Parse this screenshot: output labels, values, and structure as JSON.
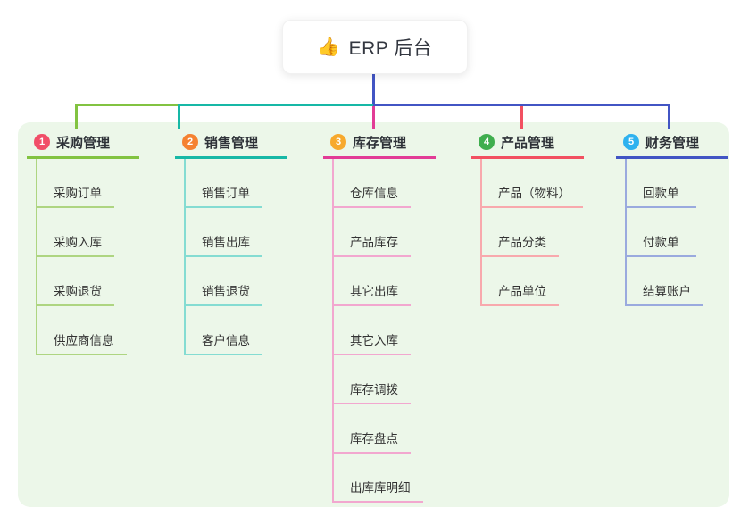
{
  "root": {
    "icon": "👍",
    "title": "ERP 后台"
  },
  "connector": {
    "trunk_color": "#4255c4"
  },
  "branches": [
    {
      "num": "1",
      "title": "采购管理",
      "color": "#82c341",
      "light": "#aed581",
      "badge": "#f14e68",
      "children": [
        "采购订单",
        "采购入库",
        "采购退货",
        "供应商信息"
      ]
    },
    {
      "num": "2",
      "title": "销售管理",
      "color": "#17b8a6",
      "light": "#84dcd2",
      "badge": "#f58231",
      "children": [
        "销售订单",
        "销售出库",
        "销售退货",
        "客户信息"
      ]
    },
    {
      "num": "3",
      "title": "库存管理",
      "color": "#e23c96",
      "light": "#f2a7cf",
      "badge": "#f7a92d",
      "children": [
        "仓库信息",
        "产品库存",
        "其它出库",
        "其它入库",
        "库存调拨",
        "库存盘点",
        "出库库明细"
      ]
    },
    {
      "num": "4",
      "title": "产品管理",
      "color": "#f25061",
      "light": "#f8a9ad",
      "badge": "#3fae4e",
      "children": [
        "产品（物料）",
        "产品分类",
        "产品单位"
      ]
    },
    {
      "num": "5",
      "title": "财务管理",
      "color": "#4255c4",
      "light": "#9aaade",
      "badge": "#2eb2ef",
      "children": [
        "回款单",
        "付款单",
        "结算账户"
      ]
    }
  ]
}
